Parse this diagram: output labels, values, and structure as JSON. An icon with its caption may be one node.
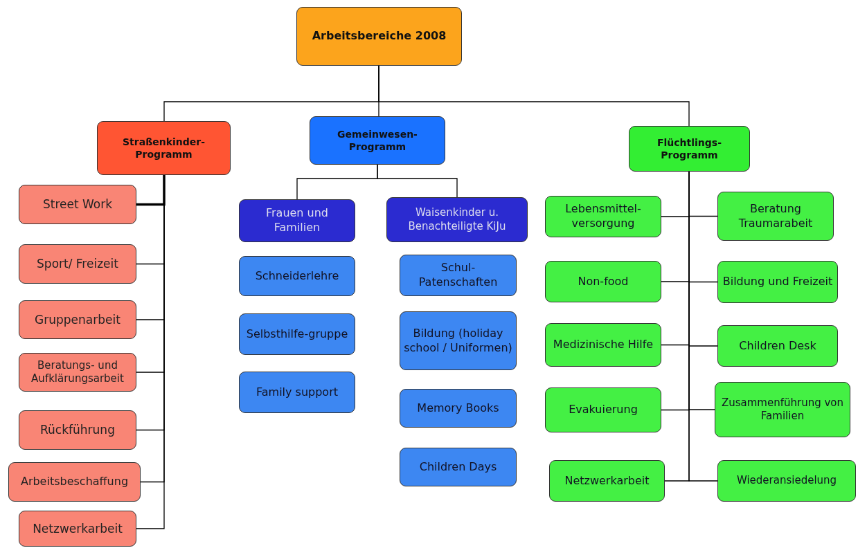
{
  "diagram": {
    "nodes": [
      {
        "text": [
          "Arbeitsbereiche 2008"
        ]
      },
      {
        "text": [
          "Straßenkinder-Programm"
        ]
      },
      {
        "text": [
          "Gemeinwesen-Programm"
        ]
      },
      {
        "text": [
          "Flüchtlings-Programm"
        ]
      },
      {
        "text": [
          "Street Work"
        ]
      },
      {
        "text": [
          "Sport/ Freizeit"
        ]
      },
      {
        "text": [
          "Gruppenarbeit"
        ]
      },
      {
        "text": [
          "Beratungs- und Aufklärungsarbeit"
        ]
      },
      {
        "text": [
          "Rückführung"
        ]
      },
      {
        "text": [
          "Arbeitsbeschaffung"
        ]
      },
      {
        "text": [
          "Netzwerkarbeit"
        ]
      },
      {
        "text": [
          "Frauen und Familien"
        ]
      },
      {
        "text": [
          "Waisenkinder u. Benachteiligte KiJu"
        ]
      },
      {
        "text": [
          "Schneiderlehre"
        ]
      },
      {
        "text": [
          "Selbsthilfe-gruppe"
        ]
      },
      {
        "text": [
          "Family support"
        ]
      },
      {
        "text": [
          "Schul-Patenschaften"
        ]
      },
      {
        "text": [
          "Bildung (holiday school / Uniformen)"
        ]
      },
      {
        "text": [
          "Memory Books"
        ]
      },
      {
        "text": [
          "Children Days"
        ]
      },
      {
        "text": [
          "Lebensmittel-versorgung"
        ]
      },
      {
        "text": [
          "Beratung Traumarabeit"
        ]
      },
      {
        "text": [
          "Non-food"
        ]
      },
      {
        "text": [
          "Bildung und Freizeit"
        ]
      },
      {
        "text": [
          "Medizinische Hilfe"
        ]
      },
      {
        "text": [
          "Children Desk"
        ]
      },
      {
        "text": [
          "Evakuierung"
        ]
      },
      {
        "text": [
          "Zusammenführung von Familien"
        ]
      },
      {
        "text": [
          "Netzwerkarbeit"
        ]
      },
      {
        "text": [
          "Wiederansiedelung"
        ]
      }
    ],
    "edges": [
      {
        "from": 0,
        "to": 1,
        "arrow": "none"
      },
      {
        "from": 0,
        "to": 2,
        "arrow": "none"
      },
      {
        "from": 0,
        "to": 3,
        "arrow": "none"
      },
      {
        "from": 1,
        "to": 4,
        "arrow": "none",
        "style": "thick"
      },
      {
        "from": 1,
        "to": 5,
        "arrow": "none"
      },
      {
        "from": 1,
        "to": 6,
        "arrow": "none"
      },
      {
        "from": 1,
        "to": 7,
        "arrow": "none"
      },
      {
        "from": 1,
        "to": 8,
        "arrow": "none"
      },
      {
        "from": 1,
        "to": 9,
        "arrow": "none"
      },
      {
        "from": 1,
        "to": 10,
        "arrow": "none"
      },
      {
        "from": 2,
        "to": 11,
        "arrow": "none"
      },
      {
        "from": 2,
        "to": 12,
        "arrow": "none"
      },
      {
        "from": 3,
        "to": 20,
        "arrow": "none"
      },
      {
        "from": 3,
        "to": 21,
        "arrow": "none"
      },
      {
        "from": 3,
        "to": 22,
        "arrow": "none"
      },
      {
        "from": 3,
        "to": 23,
        "arrow": "none"
      },
      {
        "from": 3,
        "to": 24,
        "arrow": "none"
      },
      {
        "from": 3,
        "to": 25,
        "arrow": "none"
      },
      {
        "from": 3,
        "to": 26,
        "arrow": "none"
      },
      {
        "from": 3,
        "to": 27,
        "arrow": "none"
      },
      {
        "from": 3,
        "to": 28,
        "arrow": "none"
      },
      {
        "from": 3,
        "to": 29,
        "arrow": "none"
      }
    ]
  }
}
